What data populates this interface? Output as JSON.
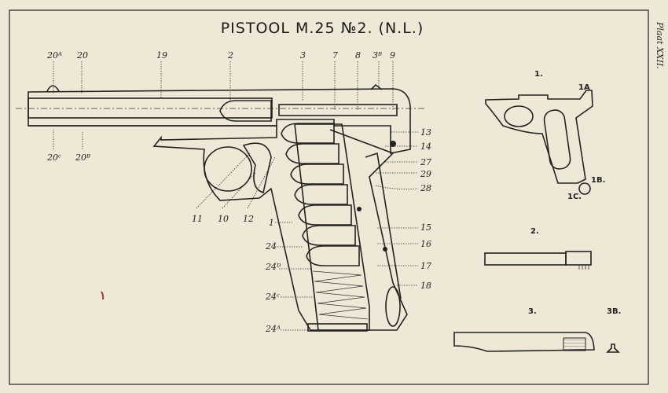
{
  "title": "PISTOOL  M.25 №2. (N.L.)",
  "plate": "Plaat XXII.",
  "labels": {
    "l20A": "20ᴬ",
    "l20": "20",
    "l19": "19",
    "l2": "2",
    "l3": "3",
    "l7": "7",
    "l8": "8",
    "l3B": "3ᴮ",
    "l9": "9",
    "l20C": "20ᶜ",
    "l20B": "20ᴮ",
    "l13": "13",
    "l14": "14",
    "l27": "27",
    "l29": "29",
    "l28": "28",
    "l15": "15",
    "l16": "16",
    "l17": "17",
    "l18": "18",
    "l11": "11",
    "l10": "10",
    "l12": "12",
    "l1": "1",
    "l24": "24",
    "l24D": "24ᴰ",
    "l24C": "24ᶜ",
    "l24A": "24ᴬ"
  },
  "figures": {
    "f1": "1.",
    "f1A": "1A",
    "f1B": "1B.",
    "f1C": "1C.",
    "f2": "2.",
    "f3": "3.",
    "f3B": "3B."
  }
}
